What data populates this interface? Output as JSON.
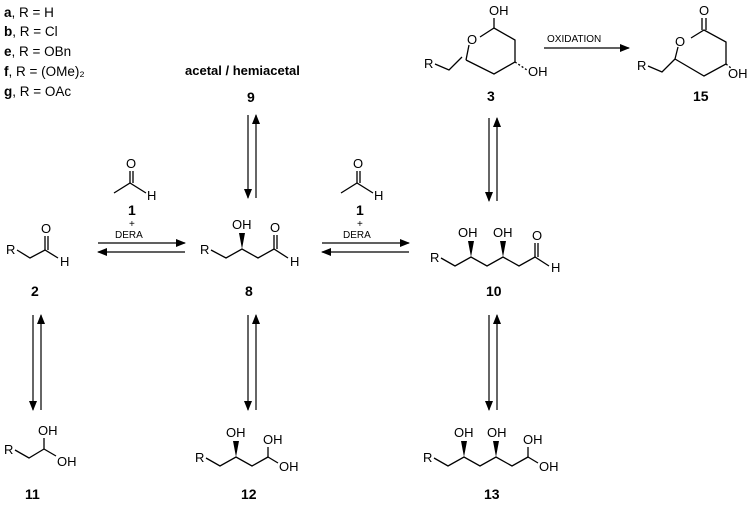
{
  "legend": [
    {
      "letter": "a",
      "rest": ", R = H"
    },
    {
      "letter": "b",
      "rest": ", R = Cl"
    },
    {
      "letter": "e",
      "rest": ", R = OBn"
    },
    {
      "letter": "f",
      "rest": ", R = (OMe)₂"
    },
    {
      "letter": "g",
      "rest": ", R = OAc"
    }
  ],
  "atoms": {
    "R": "R",
    "O": "O",
    "H": "H",
    "OH": "OH"
  },
  "reagents": {
    "plus": "+",
    "enzyme": "DERA",
    "aldehyde_number": "1"
  },
  "oxidation_label": "OXIDATION",
  "acetal_label": "acetal / hemiacetal",
  "compounds": {
    "c2": "2",
    "c3": "3",
    "c8": "8",
    "c9": "9",
    "c10": "10",
    "c11": "11",
    "c12": "12",
    "c13": "13",
    "c15": "15"
  }
}
